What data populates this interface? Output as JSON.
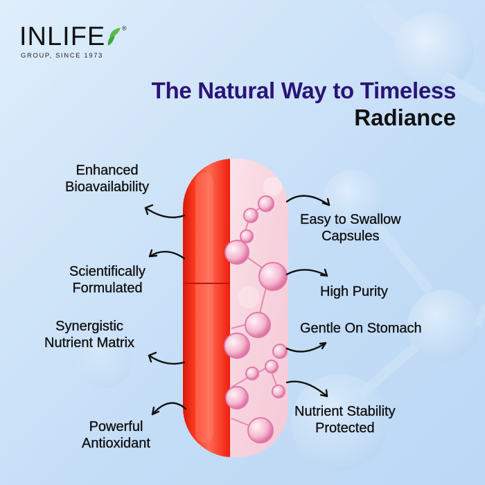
{
  "brand": {
    "name": "INLIFE",
    "registered_mark": "®",
    "tagline": "GROUP, SINCE 1973",
    "leaf_color": "#3fa548"
  },
  "headline": {
    "line1": "The Natural Way to Timeless",
    "line2": "Radiance",
    "line1_color": "#2a1475",
    "line2_color": "#111111"
  },
  "features_left": [
    {
      "line1": "Enhanced",
      "line2": "Bioavailability"
    },
    {
      "line1": "Scientifically",
      "line2": "Formulated"
    },
    {
      "line1": "Synergistic",
      "line2": "Nutrient Matrix"
    },
    {
      "line1": "Powerful",
      "line2": "Antioxidant"
    }
  ],
  "features_right": [
    {
      "line1": "Easy to Swallow",
      "line2": "Capsules"
    },
    {
      "line1": "High Purity",
      "line2": ""
    },
    {
      "line1": "Gentle On Stomach",
      "line2": ""
    },
    {
      "line1": "Nutrient Stability",
      "line2": "Protected"
    }
  ],
  "capsule": {
    "left_color": "#f42a16",
    "right_color": "#f8d4de",
    "molecule_color": "#e58ab0"
  }
}
